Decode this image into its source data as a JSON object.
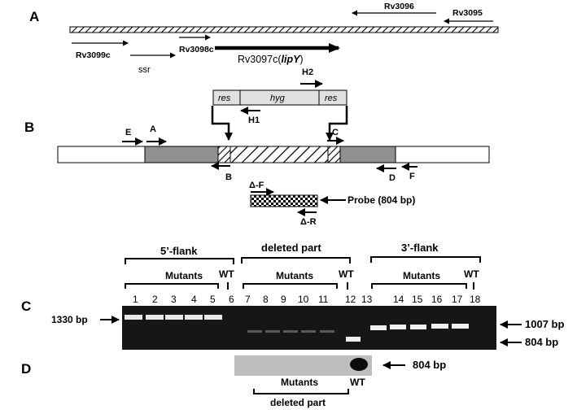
{
  "panels": {
    "a": "A",
    "b": "B",
    "c": "C",
    "d": "D"
  },
  "genes": {
    "rv3096": "Rv3096",
    "rv3095": "Rv3095",
    "rv3099c": "Rv3099c",
    "ssr": "ssr",
    "rv3098c": "Rv3098c",
    "rv3097c_prefix": "Rv3097c(",
    "lipy": "lipY",
    "rv3097c_suffix": ")"
  },
  "cassette": {
    "res_left": "res",
    "hyg": "hyg",
    "res_right": "res",
    "h2": "H2",
    "h1": "H1"
  },
  "primers": {
    "e": "E",
    "a": "A",
    "c": "C",
    "b": "B",
    "d": "D",
    "f": "F",
    "delta_f": "Δ-F",
    "delta_r": "Δ-R",
    "probe": "Probe (804 bp)"
  },
  "gel": {
    "group_5flank": "5’-flank",
    "group_deleted": "deleted part",
    "group_3flank": "3’-flank",
    "mutants": "Mutants",
    "wt": "WT",
    "lanes": [
      "1",
      "2",
      "3",
      "4",
      "5",
      "6",
      "7",
      "8",
      "9",
      "10",
      "11",
      "12",
      "13",
      "14",
      "15",
      "16",
      "17",
      "18"
    ],
    "size_1330": "1330 bp",
    "size_1007": "1007 bp",
    "size_804": "804 bp"
  },
  "blot": {
    "size_804": "804 bp",
    "mutants": "Mutants",
    "wt": "WT",
    "deleted_part": "deleted part"
  }
}
